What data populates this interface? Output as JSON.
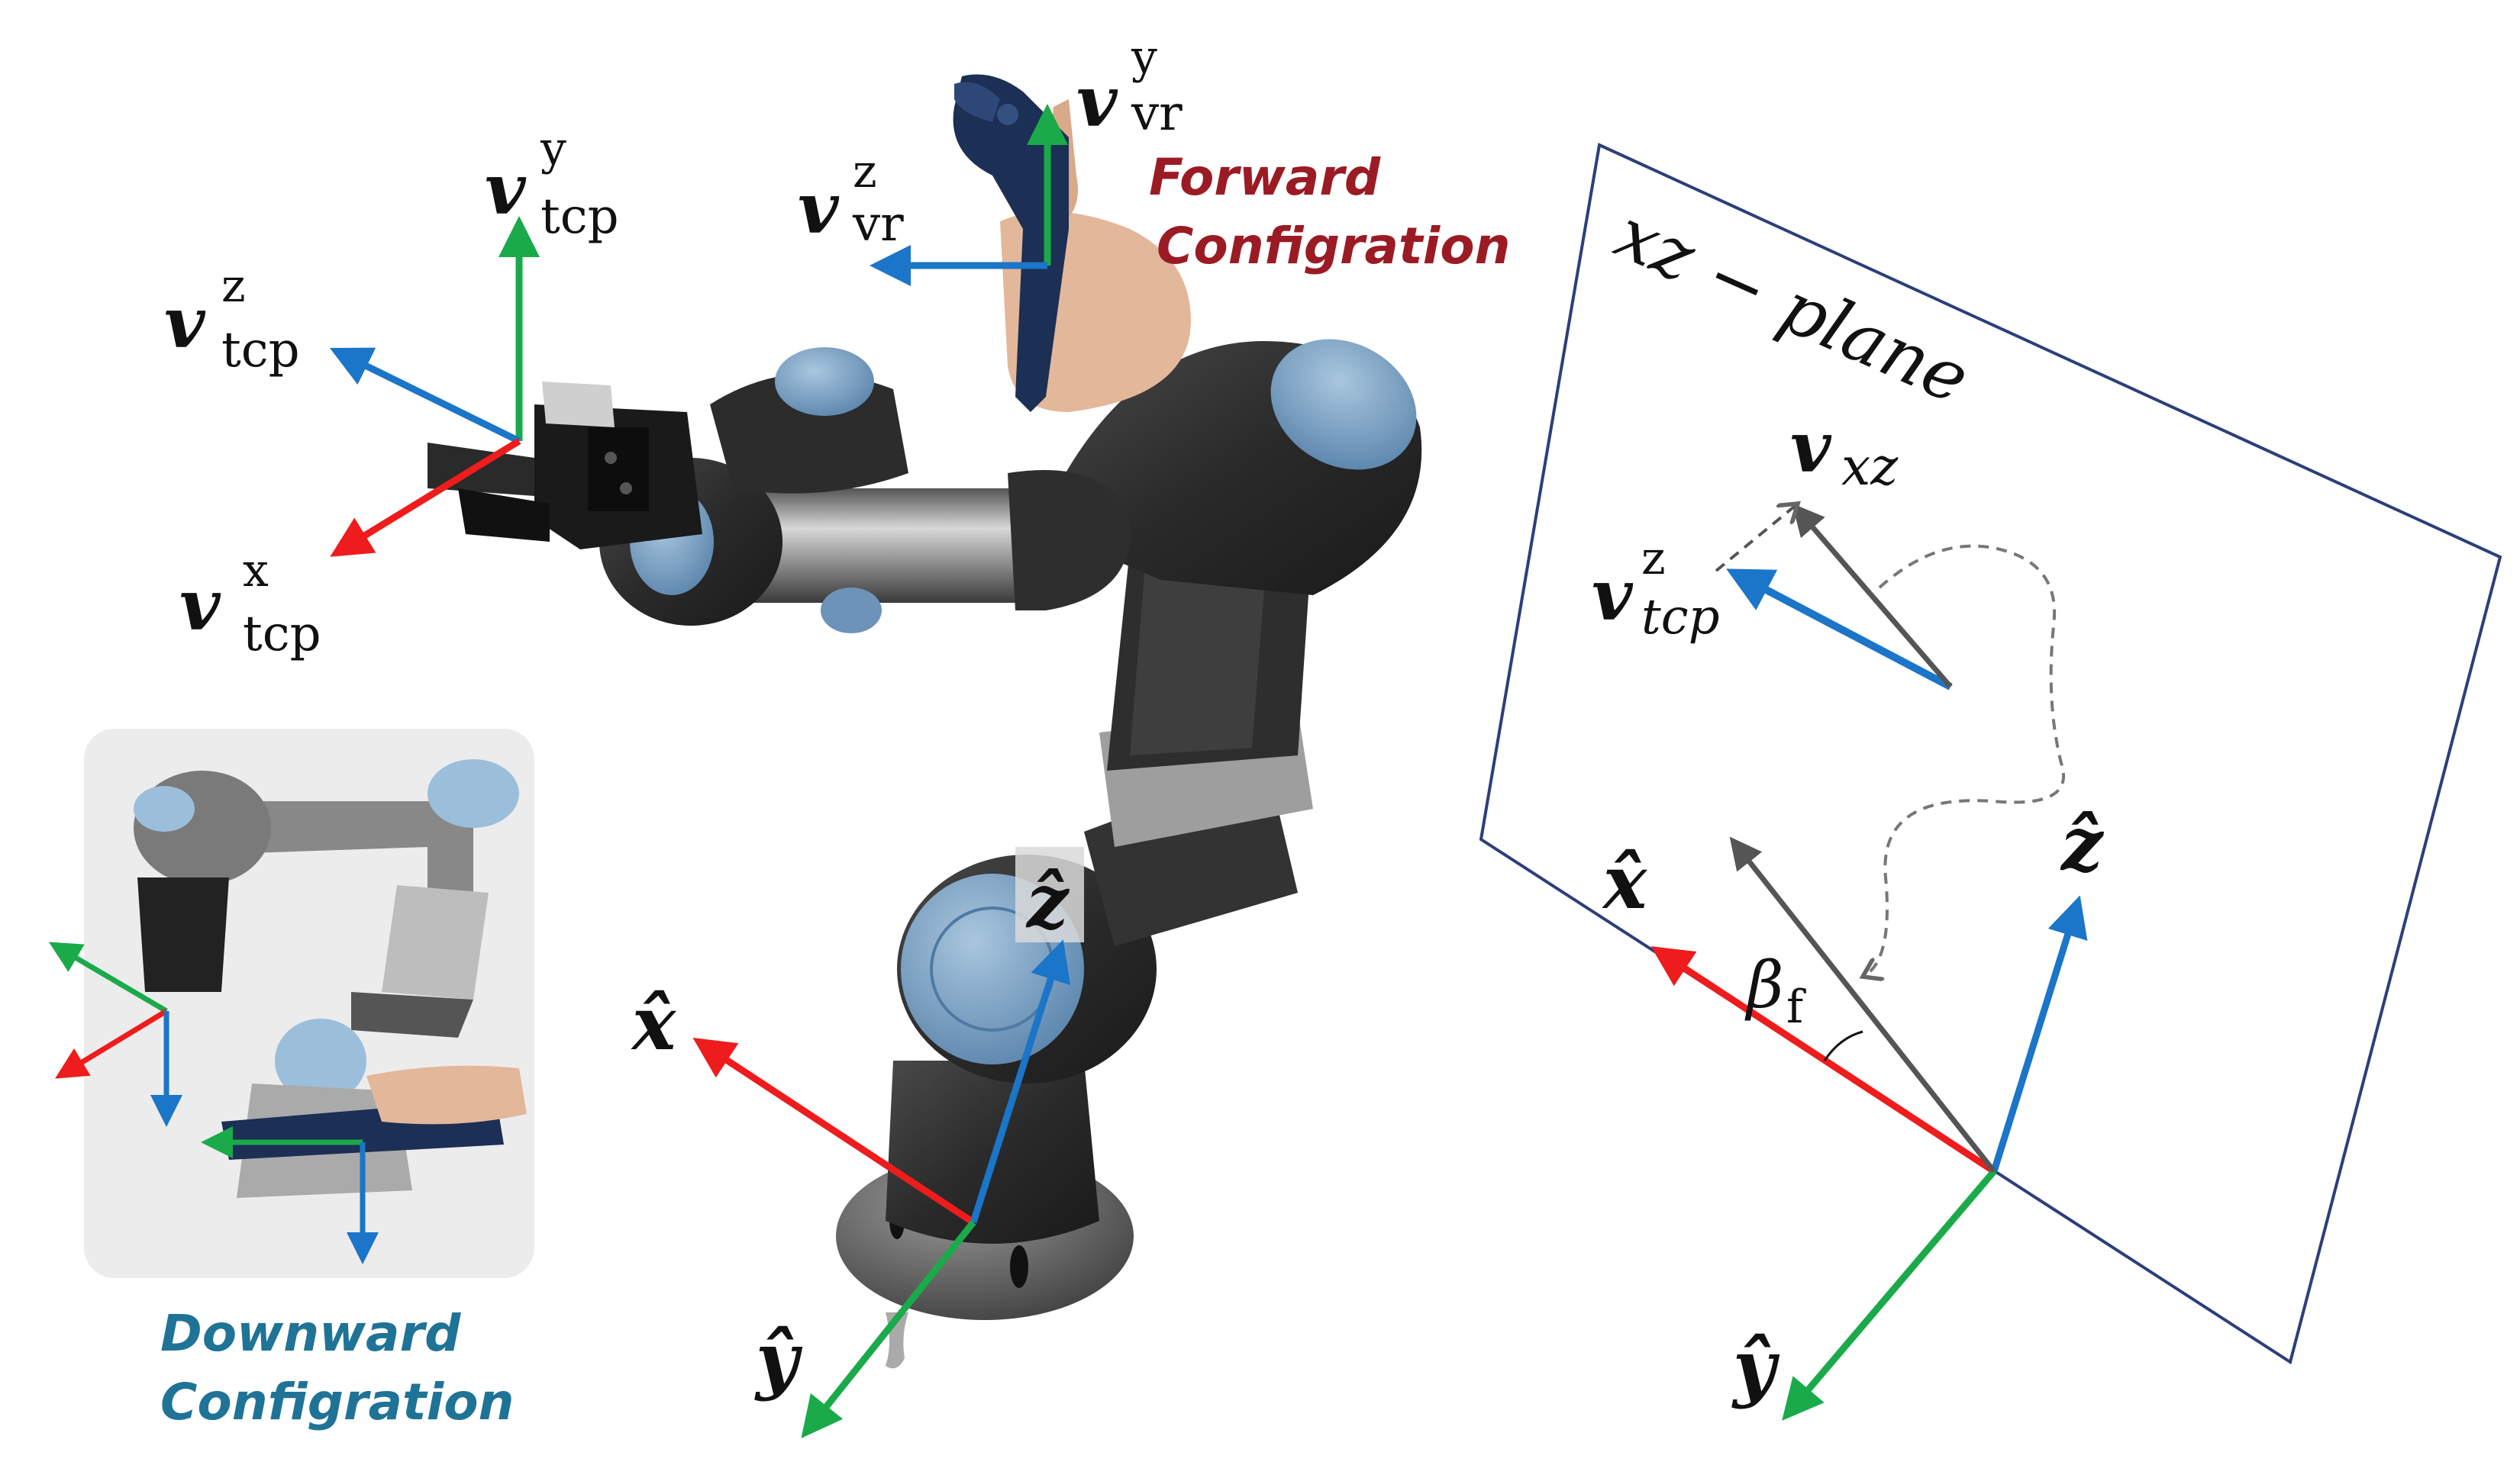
{
  "colors": {
    "x_axis": "#ee1c1c",
    "y_axis": "#1aaa4a",
    "z_axis": "#1b75c8",
    "neutral_axis": "#555555",
    "plane_border": "#2b3f7a",
    "forward_caption": "#9b1b24",
    "downward_caption": "#1f7396",
    "inset_bg": "#ececec"
  },
  "tcp_frame": {
    "y_sym": "v",
    "y_sup": "y",
    "y_sub": "tcp",
    "z_sym": "v",
    "z_sup": "z",
    "z_sub": "tcp",
    "x_sym": "v",
    "x_sup": "x",
    "x_sub": "tcp"
  },
  "vr_frame": {
    "y_sym": "v",
    "y_sup": "y",
    "y_sub": "vr",
    "z_sym": "v",
    "z_sup": "z",
    "z_sub": "vr"
  },
  "captions": {
    "forward_line1": "Forward",
    "forward_line2": "Configration",
    "downward_line1": "Downward",
    "downward_line2": "Configration"
  },
  "base_frame": {
    "x_label": "x̂",
    "y_label": "ŷ",
    "z_label": "ẑ"
  },
  "plane": {
    "title": "xz − plane",
    "vxz_sym": "v",
    "vxz_sub": "xz",
    "vtcp_sym": "v",
    "vtcp_sup": "z",
    "vtcp_sub": "tcp",
    "beta_sym": "β",
    "beta_sub": "f",
    "x_label": "x̂",
    "y_label": "ŷ",
    "z_label": "ẑ"
  },
  "icons": [
    "ur-robot-arm-icon",
    "two-finger-gripper-icon",
    "vr-controller-icon",
    "hand-icon"
  ]
}
